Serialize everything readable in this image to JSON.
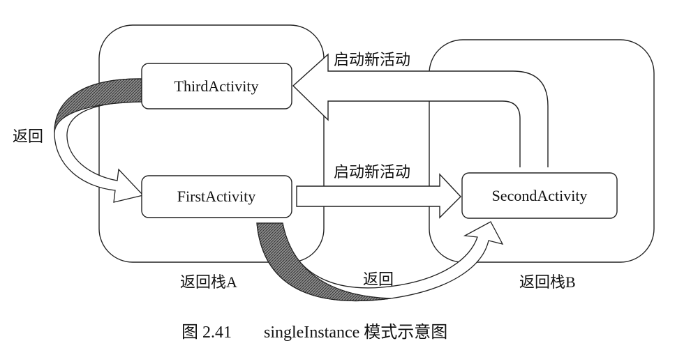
{
  "stacks": {
    "a_label": "返回栈A",
    "b_label": "返回栈B"
  },
  "activities": {
    "third": "ThirdActivity",
    "first": "FirstActivity",
    "second": "SecondActivity"
  },
  "arrows": {
    "start_new_top": "启动新活动",
    "start_new_middle": "启动新活动",
    "back_left": "返回",
    "back_bottom": "返回"
  },
  "caption": {
    "number": "图 2.41",
    "text": "singleInstance 模式示意图"
  }
}
